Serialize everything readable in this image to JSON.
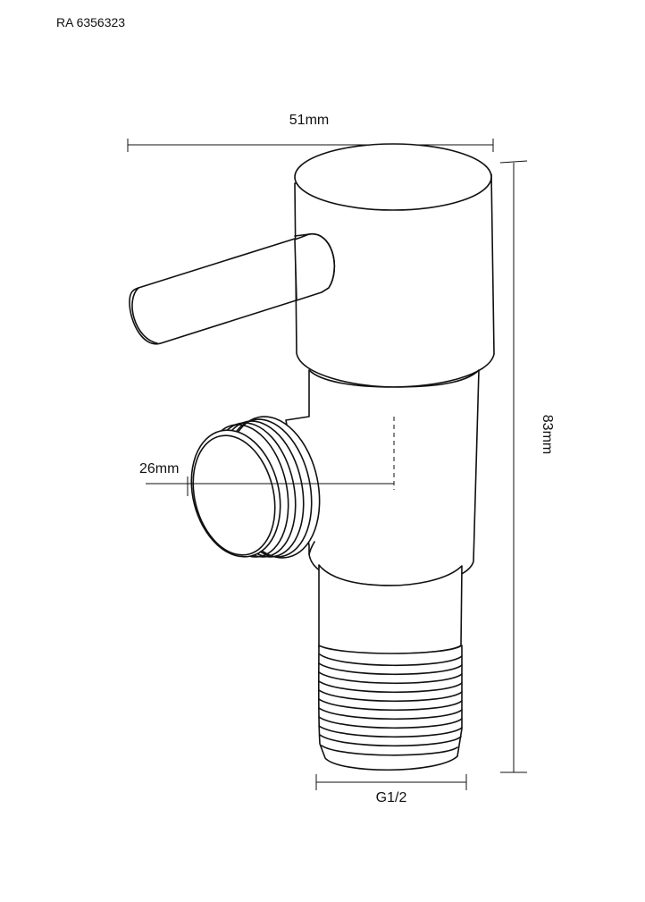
{
  "product_code": "RA 6356323",
  "dimensions": {
    "width": "51mm",
    "height": "83mm",
    "outlet_diameter": "26mm",
    "thread": "G1/2"
  },
  "colors": {
    "line": "#111111",
    "background": "#ffffff"
  }
}
